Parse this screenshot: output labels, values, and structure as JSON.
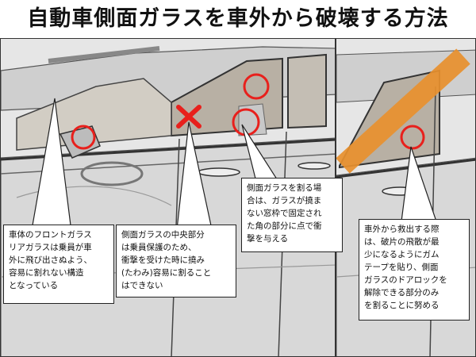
{
  "title": "自動車側面ガラスを車外から破壊する方法",
  "callouts": {
    "front_glass": "車体のフロントガラス\nリアガラスは乗員が車\n外に飛び出さぬよう、\n容易に割れない構造\nとなっている",
    "center_glass": "側面ガラスの中央部分\nは乗員保護のため、\n衝撃を受けた時に撓み\n(たわみ)容易に割ること\nはできない",
    "corner_glass": "側面ガラスを割る場\n合は、ガラスが撓ま\nない窓枠で固定され\nた角の部分に点で衝\n撃を与える",
    "rescue": "車外から救出する際\nは、破片の飛散が最\n少になるようにガム\nテープを貼り、側面\nガラスのドアロックを\n解除できる部分のみ\nを割ることに努める"
  },
  "colors": {
    "marker_red": "#e8201c",
    "tape_orange": "#e8902e",
    "glass_tint": "#b8b0a4",
    "car_gray": "#d8d8d8"
  }
}
